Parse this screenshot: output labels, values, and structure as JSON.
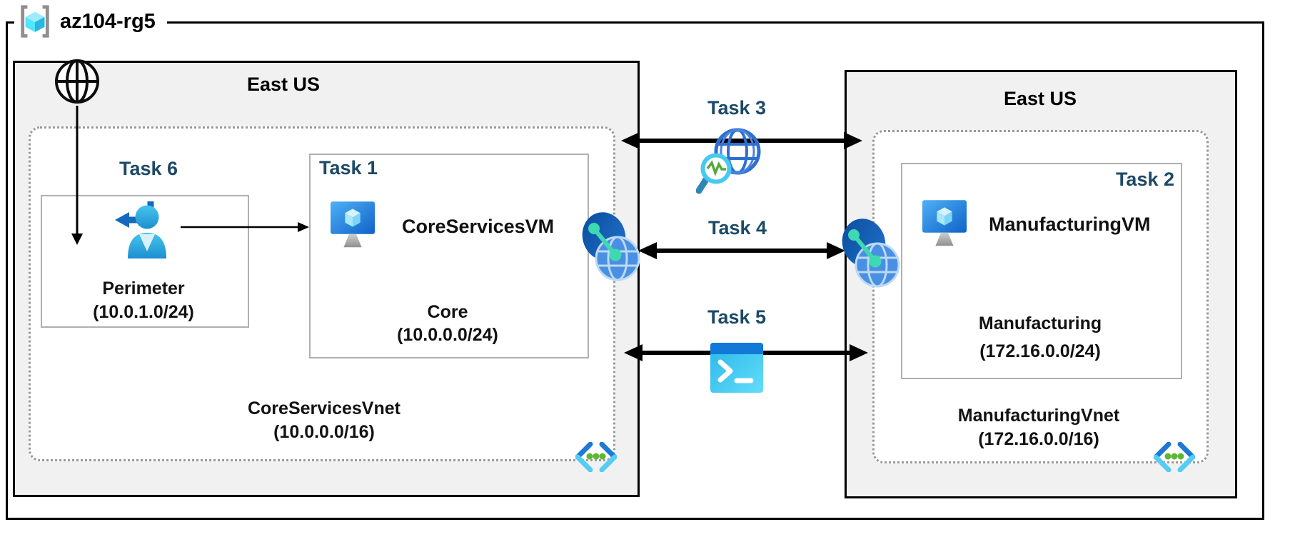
{
  "resource_group": {
    "name": "az104-rg5",
    "icon": "resource-group-icon"
  },
  "regions": [
    {
      "label": "East US",
      "internet_icon": "internet-icon",
      "vnet": {
        "name": "CoreServicesVnet",
        "cidr": "(10.0.0.0/16)",
        "icon": "virtual-network-icon"
      },
      "subnets": [
        {
          "task_label": "Task 6",
          "name": "Perimeter",
          "cidr": "(10.0.1.0/24)",
          "icon": "user-entry-icon"
        },
        {
          "task_label": "Task 1",
          "name": "Core",
          "cidr": "(10.0.0.0/24)",
          "vm_name": "CoreServicesVM",
          "icon": "virtual-machine-icon"
        }
      ]
    },
    {
      "label": "East US",
      "vnet": {
        "name": "ManufacturingVnet",
        "cidr": "(172.16.0.0/16)",
        "icon": "virtual-network-icon"
      },
      "subnets": [
        {
          "task_label": "Task 2",
          "name": "Manufacturing",
          "cidr": "(172.16.0.0/24)",
          "vm_name": "ManufacturingVM",
          "icon": "virtual-machine-icon"
        }
      ]
    }
  ],
  "connections": [
    {
      "task_label": "Task 3",
      "icon": "network-watcher-icon",
      "type": "double-arrow"
    },
    {
      "task_label": "Task 4",
      "icon": "vnet-peering-icon",
      "type": "double-arrow"
    },
    {
      "task_label": "Task 5",
      "icon": "cloud-shell-icon",
      "type": "double-arrow"
    }
  ],
  "colors": {
    "task_label": "#1c4966",
    "region_bg": "#f1f1f1",
    "outline": "#000000",
    "subnet_border": "#b0b0b0",
    "vnet_dotted_border": "#999999"
  }
}
